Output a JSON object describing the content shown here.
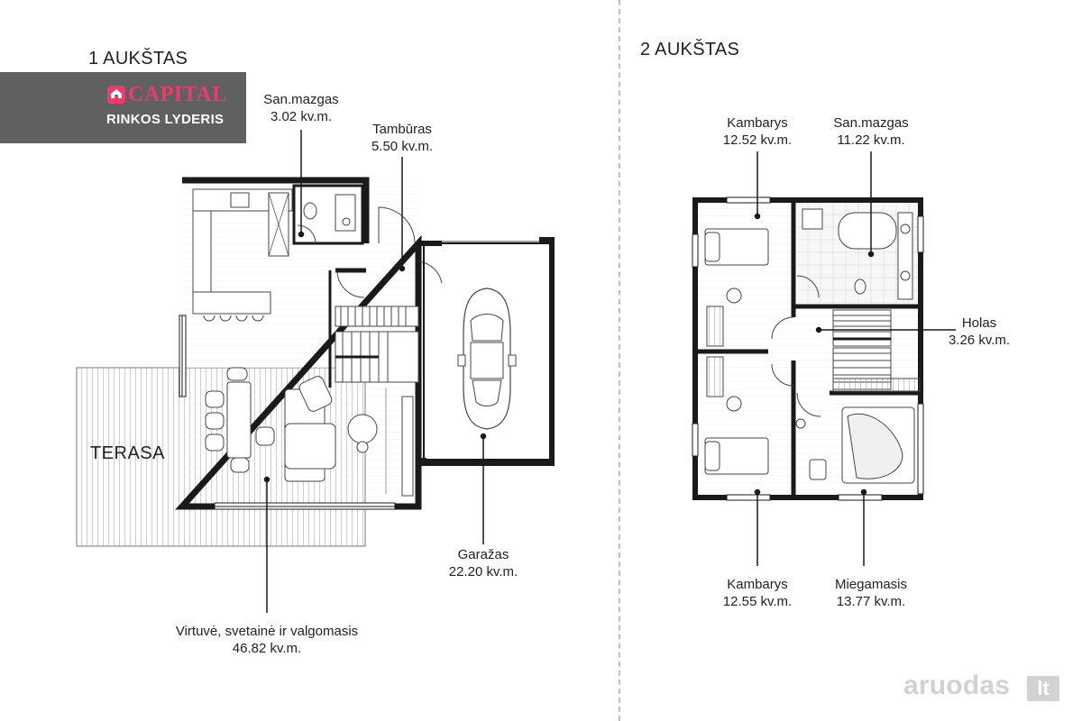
{
  "floors": [
    {
      "title": "1 AUKŠTAS",
      "terrace_label": "TERASA",
      "rooms": [
        {
          "name": "San.mazgas",
          "area": "3.02 kv.m."
        },
        {
          "name": "Tambūras",
          "area": "5.50 kv.m."
        },
        {
          "name": "Garažas",
          "area": "22.20 kv.m."
        },
        {
          "name": "Virtuvė, svetainė ir valgomasis",
          "area": "46.82 kv.m."
        }
      ]
    },
    {
      "title": "2 AUKŠTAS",
      "rooms": [
        {
          "name": "Kambarys",
          "area": "12.52 kv.m."
        },
        {
          "name": "San.mazgas",
          "area": "11.22 kv.m."
        },
        {
          "name": "Holas",
          "area": "3.26 kv.m."
        },
        {
          "name": "Kambarys",
          "area": "12.55 kv.m."
        },
        {
          "name": "Miegamasis",
          "area": "13.77 kv.m."
        }
      ]
    }
  ],
  "badge": {
    "brand": "CAPITAL",
    "tagline": "RINKOS LYDERIS",
    "brand_color": "#ef3a6a",
    "background": "#5f6062"
  },
  "watermark": {
    "name": "aruodas",
    "tld": "lt",
    "color": "#d2d2d2"
  },
  "icons": [
    "house-logo-icon",
    "car-icon",
    "bed-icon",
    "stair-icon"
  ]
}
